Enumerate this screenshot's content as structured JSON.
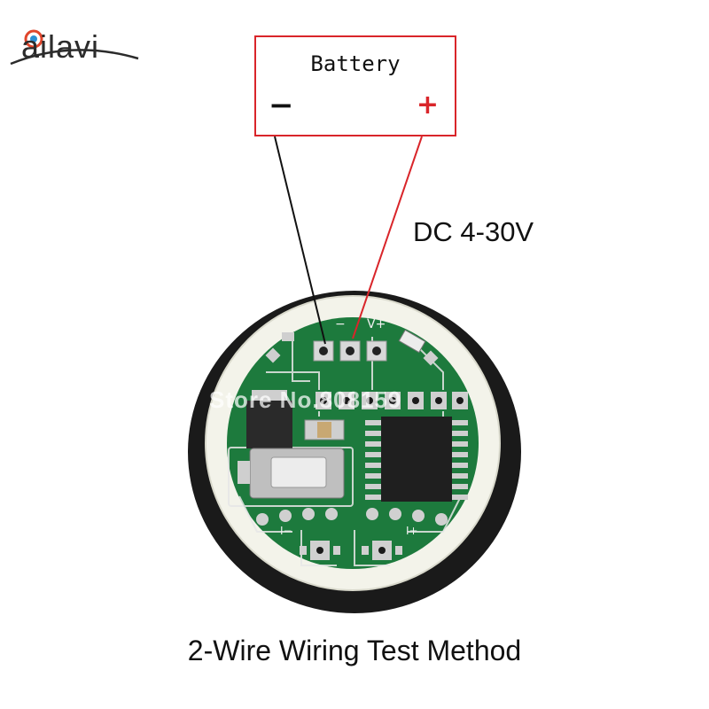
{
  "logo": {
    "text": "ailavi"
  },
  "battery": {
    "label": "Battery",
    "negative": "−",
    "positive": "+"
  },
  "voltage_label": "DC 4-30V",
  "caption": "2-Wire Wiring Test Method",
  "watermark": "Store No.808159",
  "pcb_labels": {
    "minus": "−",
    "vplus": "V+",
    "left_minus": "I−",
    "right_plus": "I+"
  },
  "colors": {
    "negative_wire": "#111111",
    "positive_wire": "#d9252a",
    "pcb_green": "#1d7a3d",
    "pcb_rim": "#f4f4ee"
  }
}
